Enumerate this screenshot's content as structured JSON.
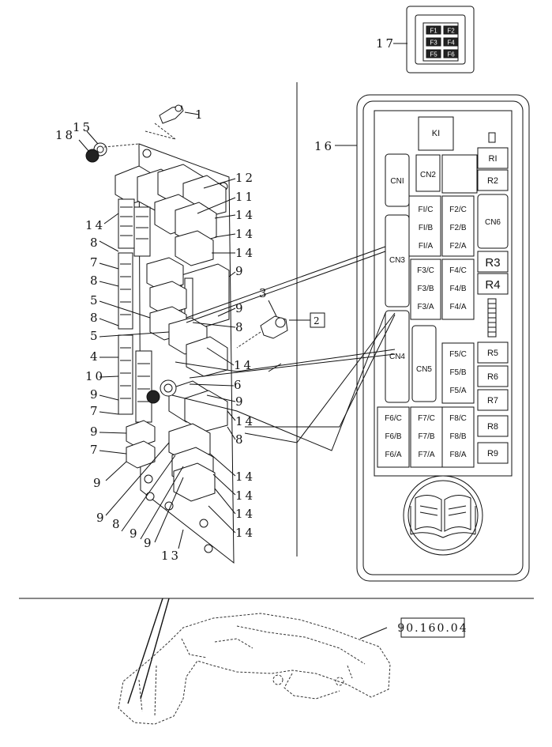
{
  "callouts": {
    "c1": "1",
    "c2": "2",
    "c3": "3",
    "c4": "4",
    "c5a": "5",
    "c5b": "5",
    "c6": "6",
    "c7a": "7",
    "c7b": "7",
    "c7c": "7",
    "c8a": "8",
    "c8b": "8",
    "c8c": "8",
    "c8d": "8",
    "c8e": "8",
    "c8f": "8",
    "c9a": "9",
    "c9b": "9",
    "c9c": "9",
    "c9d": "9",
    "c9e": "9",
    "c9f": "9",
    "c9g": "9",
    "c9h": "9",
    "c9i": "9",
    "c10": "10",
    "c11": "11",
    "c12": "12",
    "c13": "13",
    "c14a": "14",
    "c14b": "14",
    "c14c": "14",
    "c14d": "14",
    "c14e": "14",
    "c14f": "14",
    "c14g": "14",
    "c14h": "14",
    "c14i": "14",
    "c14j": "14",
    "c15": "15",
    "c16": "16",
    "c17": "17",
    "c18": "18"
  },
  "reference": "90.160.04",
  "mini_fuse_block": [
    "F1",
    "F2",
    "F3",
    "F4",
    "F5",
    "F6"
  ],
  "fuse_panel": {
    "top": [
      "KI"
    ],
    "relays_right_top": [
      "RI",
      "R2"
    ],
    "connectors": [
      "CNI",
      "CN2",
      "CN3",
      "CN4",
      "CN5",
      "CN6"
    ],
    "col_f1": [
      "FI/C",
      "FI/B",
      "FI/A"
    ],
    "col_f2": [
      "F2/C",
      "F2/B",
      "F2/A"
    ],
    "col_f3": [
      "F3/C",
      "F3/B",
      "F3/A"
    ],
    "col_f4": [
      "F4/C",
      "F4/B",
      "F4/A"
    ],
    "col_f5": [
      "F5/C",
      "F5/B",
      "F5/A"
    ],
    "col_f6": [
      "F6/C",
      "F6/B",
      "F6/A"
    ],
    "col_f7": [
      "F7/C",
      "F7/B",
      "F7/A"
    ],
    "col_f8": [
      "F8/C",
      "F8/B",
      "F8/A"
    ],
    "relays_mid": [
      "R3",
      "R4"
    ],
    "relays_low": [
      "R5",
      "R6",
      "R7",
      "R8",
      "R9"
    ]
  }
}
